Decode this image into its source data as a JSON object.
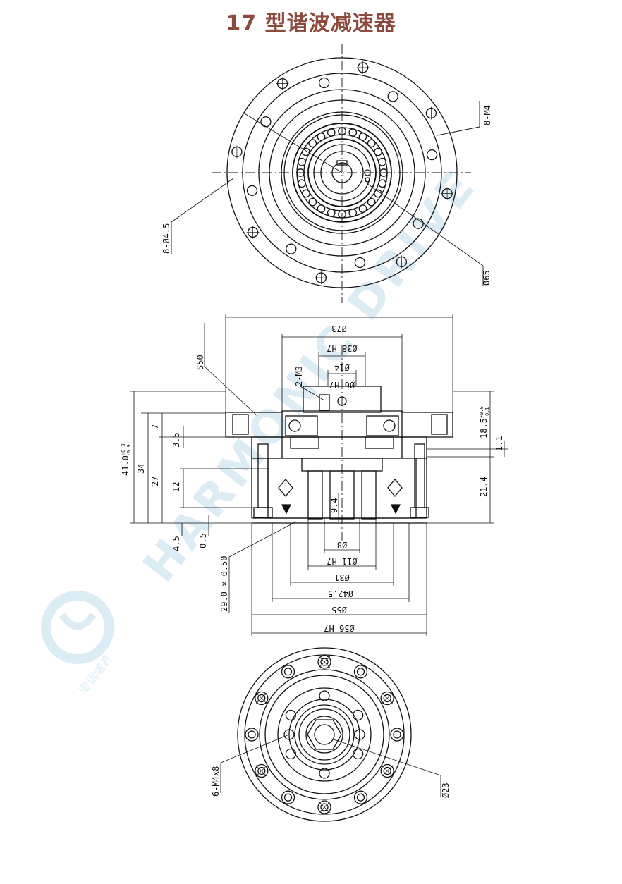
{
  "title": "17 型谐波减速器",
  "colors": {
    "title": "#8b4a3c",
    "line": "#111111",
    "watermark": "#dcecf5"
  },
  "watermark": {
    "brand": "HARMONIC DRIVE",
    "logo_text": "宏远谐波"
  },
  "top_view": {
    "labels": {
      "thread": "8-M4",
      "hole": "8-Ø4.5",
      "diameter": "Ø65"
    }
  },
  "section_view": {
    "top_dims": {
      "d73": "Ø73",
      "d38": "Ø38 H7",
      "d14": "Ø14",
      "d6": "Ø6 H7",
      "m3": "2-M3",
      "s50": "S50"
    },
    "left_dims": {
      "h41": "41.0",
      "h41_tol_up": "+0.0",
      "h41_tol_dn": "-0.9",
      "h34": "34",
      "h27": "27",
      "h12": "12",
      "h7": "7",
      "h35": "3.5",
      "h45": "4.5",
      "h05": "0.5"
    },
    "right_dims": {
      "h185": "18.5",
      "h185_tol_up": "+0.0",
      "h185_tol_dn": "-0.1",
      "h11": "1.1",
      "h214": "21.4"
    },
    "mid_dims": {
      "h94": "9.4"
    },
    "bottom_dims": {
      "d8": "Ø8",
      "d11": "Ø11 H7",
      "d31": "Ø31",
      "d425": "Ø42.5",
      "d55": "Ø55",
      "d56": "Ø56 H7",
      "chamfer": "29.0 × 0.50"
    }
  },
  "bottom_view": {
    "labels": {
      "thread": "6-M4x8",
      "diameter": "Ø23"
    }
  }
}
